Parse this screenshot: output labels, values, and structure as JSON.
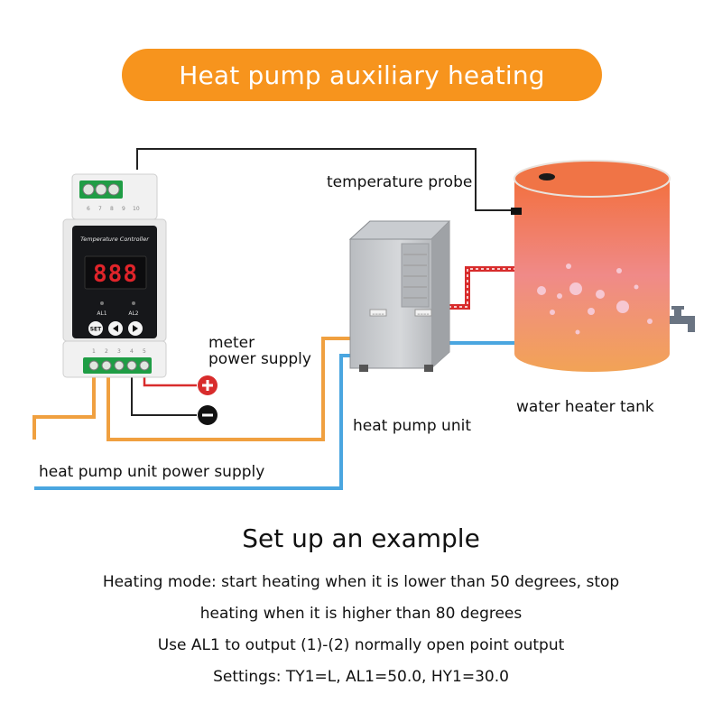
{
  "title": "Heat pump auxiliary heating",
  "labels": {
    "temperature_probe": "temperature probe",
    "meter_power_line1": "meter",
    "meter_power_line2": "power supply",
    "water_heater_tank": "water heater tank",
    "heat_pump_unit": "heat pump unit",
    "heat_pump_power_supply": "heat pump unit power supply"
  },
  "controller": {
    "top_terminal_numbers": [
      "6",
      "7",
      "8",
      "9",
      "10"
    ],
    "title": "Temperature Controller",
    "display": "888",
    "al1": "AL1",
    "al2": "AL2",
    "set_button": "SET",
    "bottom_terminal_numbers": [
      "1",
      "2",
      "3",
      "4",
      "5"
    ]
  },
  "heat_pump": {
    "badge_left": "====",
    "badge_right": "===="
  },
  "example": {
    "heading": "Set up an example",
    "line1": "Heating mode: start heating when it is lower than 50 degrees, stop",
    "line2": "heating when it is higher than 80 degrees",
    "line3": "Use AL1 to output (1)-(2) normally open point output",
    "line4": "Settings: TY1=L, AL1=50.0, HY1=30.0"
  },
  "colors": {
    "banner": "#f7941d",
    "orange_wire": "#f0a040",
    "blue_wire": "#4aa6e0",
    "red_pipe": "#d82c2c",
    "tank_top": "#f06a3a",
    "tank_bottom": "#f2a15a"
  },
  "icons": [
    "plus-terminal-icon",
    "minus-terminal-icon",
    "water-faucet-icon",
    "heat-pump-fan-icon"
  ]
}
